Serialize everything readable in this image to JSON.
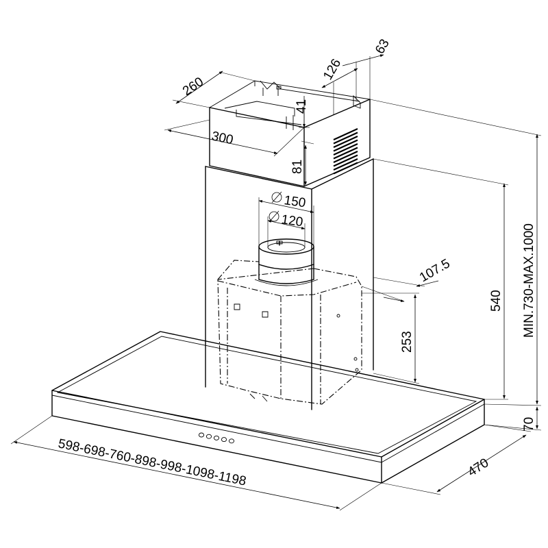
{
  "dimensions": {
    "chimney_depth": "260",
    "chimney_width": "300",
    "dim_126": "126",
    "dim_63": "63",
    "dim_41": "41",
    "dim_81": "81",
    "outlet_150": "150",
    "outlet_120": "120",
    "dim_107_5": "107.5",
    "height_540": "540",
    "height_253": "253",
    "height_range": "MIN.730-MAX.1000",
    "canopy_height": "70",
    "canopy_depth": "470",
    "width_options": "598-698-760-898-998-1098-1198"
  },
  "controls": {
    "button_count": 5
  }
}
